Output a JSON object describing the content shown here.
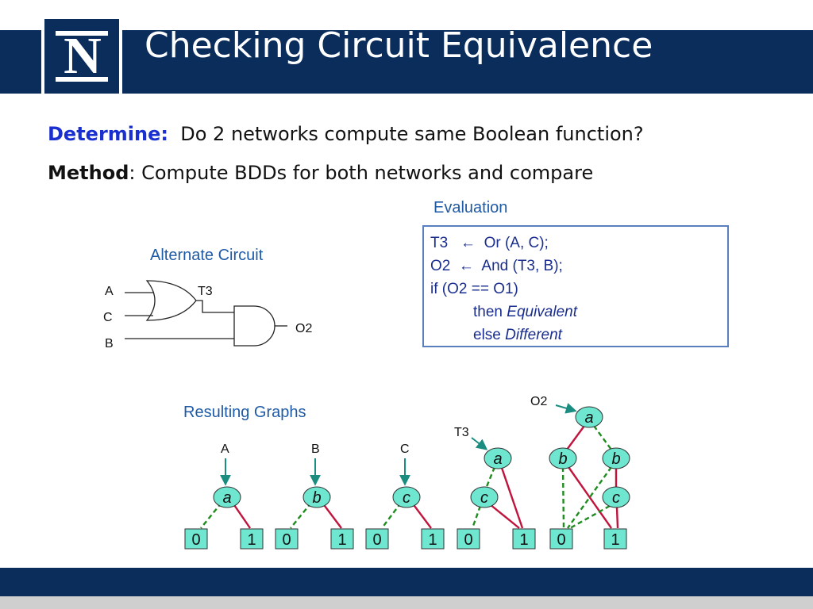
{
  "header": {
    "title": "Checking Circuit Equivalence",
    "logo_letter": "N"
  },
  "intro": {
    "determine_label": "Determine",
    "determine_sep": ":",
    "determine_text": "  Do 2 networks compute same Boolean function?",
    "method_label": "Method",
    "method_text": ": Compute BDDs for both networks and compare"
  },
  "circuit": {
    "title": "Alternate Circuit",
    "input_a": "A",
    "input_c": "C",
    "input_b": "B",
    "wire_t3": "T3",
    "output_o2": "O2"
  },
  "evaluation": {
    "title": "Evaluation",
    "line1": "T3   ←  Or (A, C);",
    "line2": "O2  ←  And (T3, B);",
    "line3": "if (O2 == O1)",
    "line4_prefix": "then ",
    "line4_italic": "Equivalent",
    "line5_prefix": "else ",
    "line5_italic": "Different"
  },
  "graphs": {
    "title": "Resulting Graphs",
    "pointer_a": "A",
    "pointer_b": "B",
    "pointer_c": "C",
    "pointer_t3": "T3",
    "pointer_o2": "O2",
    "node_a": "a",
    "node_b": "b",
    "node_c": "c",
    "term_0": "0",
    "term_1": "1"
  },
  "colors": {
    "header_bg": "#0a2d5c",
    "node_fill": "#6ee6d0",
    "high_edge": "#c0143c",
    "low_edge": "#1e8c1e",
    "pointer": "#1a8c80",
    "label_blue": "#1f5aa6"
  }
}
